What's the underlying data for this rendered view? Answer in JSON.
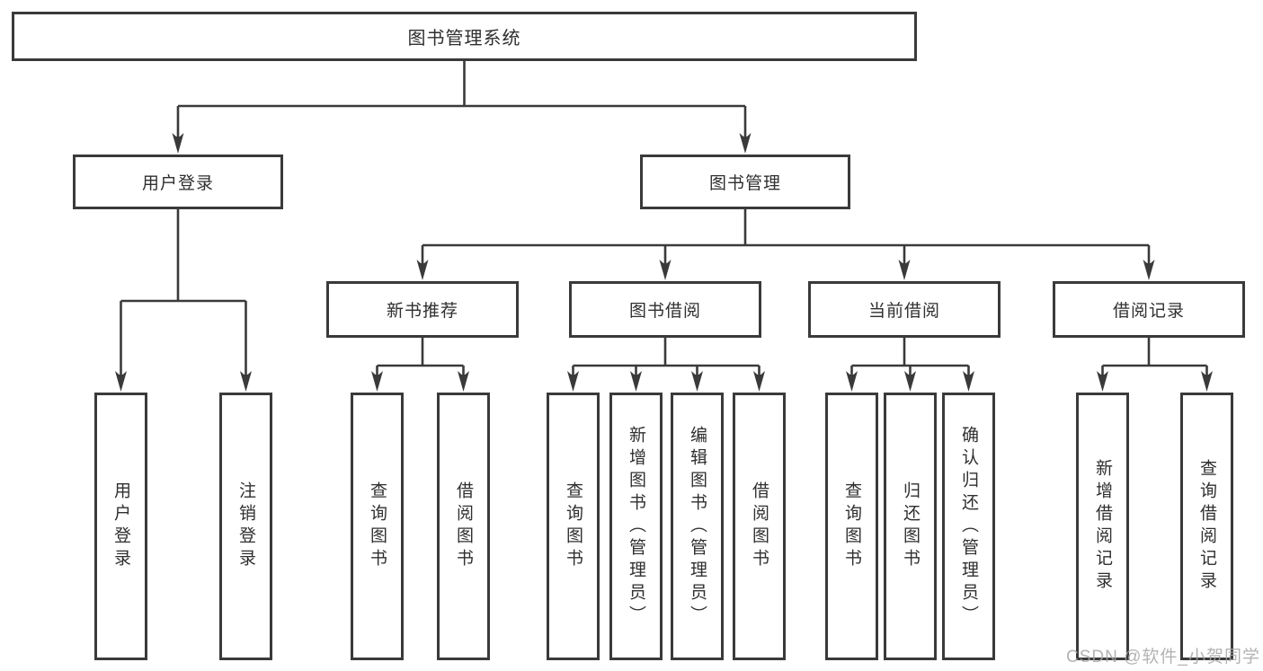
{
  "diagram": {
    "tree": {
      "label": "图书管理系统",
      "children": [
        {
          "label": "用户登录",
          "children": [
            {
              "label": "用户登录"
            },
            {
              "label": "注销登录"
            }
          ]
        },
        {
          "label": "图书管理",
          "children": [
            {
              "label": "新书推荐",
              "children": [
                {
                  "label": "查询图书"
                },
                {
                  "label": "借阅图书"
                }
              ]
            },
            {
              "label": "图书借阅",
              "children": [
                {
                  "label": "查询图书"
                },
                {
                  "label": "新增图书（管理员）"
                },
                {
                  "label": "编辑图书（管理员）"
                },
                {
                  "label": "借阅图书"
                }
              ]
            },
            {
              "label": "当前借阅",
              "children": [
                {
                  "label": "查询图书"
                },
                {
                  "label": "归还图书"
                },
                {
                  "label": "确认归还（管理员）"
                }
              ]
            },
            {
              "label": "借阅记录",
              "children": [
                {
                  "label": "新增借阅记录"
                },
                {
                  "label": "查询借阅记录"
                }
              ]
            }
          ]
        }
      ]
    }
  },
  "watermark": {
    "text": "CSDN @软件_小贺同学"
  },
  "colors": {
    "line": "#3a3a3a",
    "text": "#2f2f2f",
    "box_background": "#ffffff",
    "watermark": "#a6a6a6"
  }
}
